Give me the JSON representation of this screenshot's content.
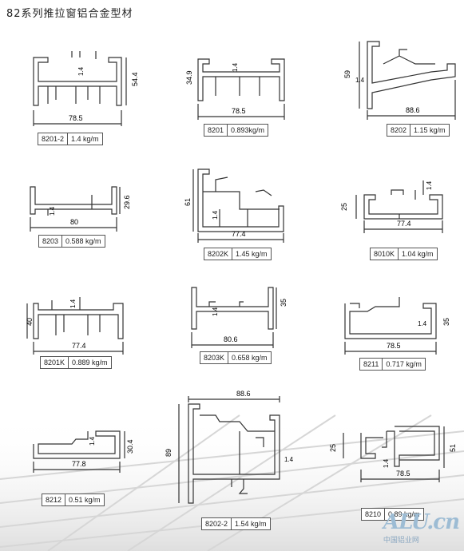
{
  "title": "82系列推拉窗铝合金型材",
  "profiles": [
    {
      "model": "8201-2",
      "weight": "1.4 kg/m",
      "width": "78.5",
      "height": "54.4",
      "wall": "1.4"
    },
    {
      "model": "8201",
      "weight": "0.893kg/m",
      "width": "78.5",
      "height": "34.9",
      "wall": "1.4"
    },
    {
      "model": "8202",
      "weight": "1.15 kg/m",
      "width": "88.6",
      "height": "59",
      "wall": "1.4"
    },
    {
      "model": "8203",
      "weight": "0.588 kg/m",
      "width": "80",
      "height": "29.6",
      "wall": "1.4"
    },
    {
      "model": "8202K",
      "weight": "1.45 kg/m",
      "width": "77.4",
      "height": "61",
      "wall": "1.4"
    },
    {
      "model": "8010K",
      "weight": "1.04 kg/m",
      "width": "77.4",
      "height": "25",
      "wall": "1.4"
    },
    {
      "model": "8201K",
      "weight": "0.889 kg/m",
      "width": "77.4",
      "height": "40",
      "wall": "1.4"
    },
    {
      "model": "8203K",
      "weight": "0.658 kg/m",
      "width": "80.6",
      "height": "35",
      "wall": "1.4"
    },
    {
      "model": "8211",
      "weight": "0.717 kg/m",
      "width": "78.5",
      "height": "35",
      "wall": "1.4"
    },
    {
      "model": "8212",
      "weight": "0.51 kg/m",
      "width": "77.8",
      "height": "30.4",
      "wall": "1.4"
    },
    {
      "model": "8202-2",
      "weight": "1.54 kg/m",
      "width": "88.6",
      "height": "89",
      "wall": "1.4"
    },
    {
      "model": "8210",
      "weight": "0.89 kg/m",
      "width": "78.5",
      "height": "51",
      "height2": "25",
      "wall": "1.4"
    }
  ],
  "watermark": {
    "logo": "ALU.cn",
    "subtitle": "中国铝业网"
  }
}
